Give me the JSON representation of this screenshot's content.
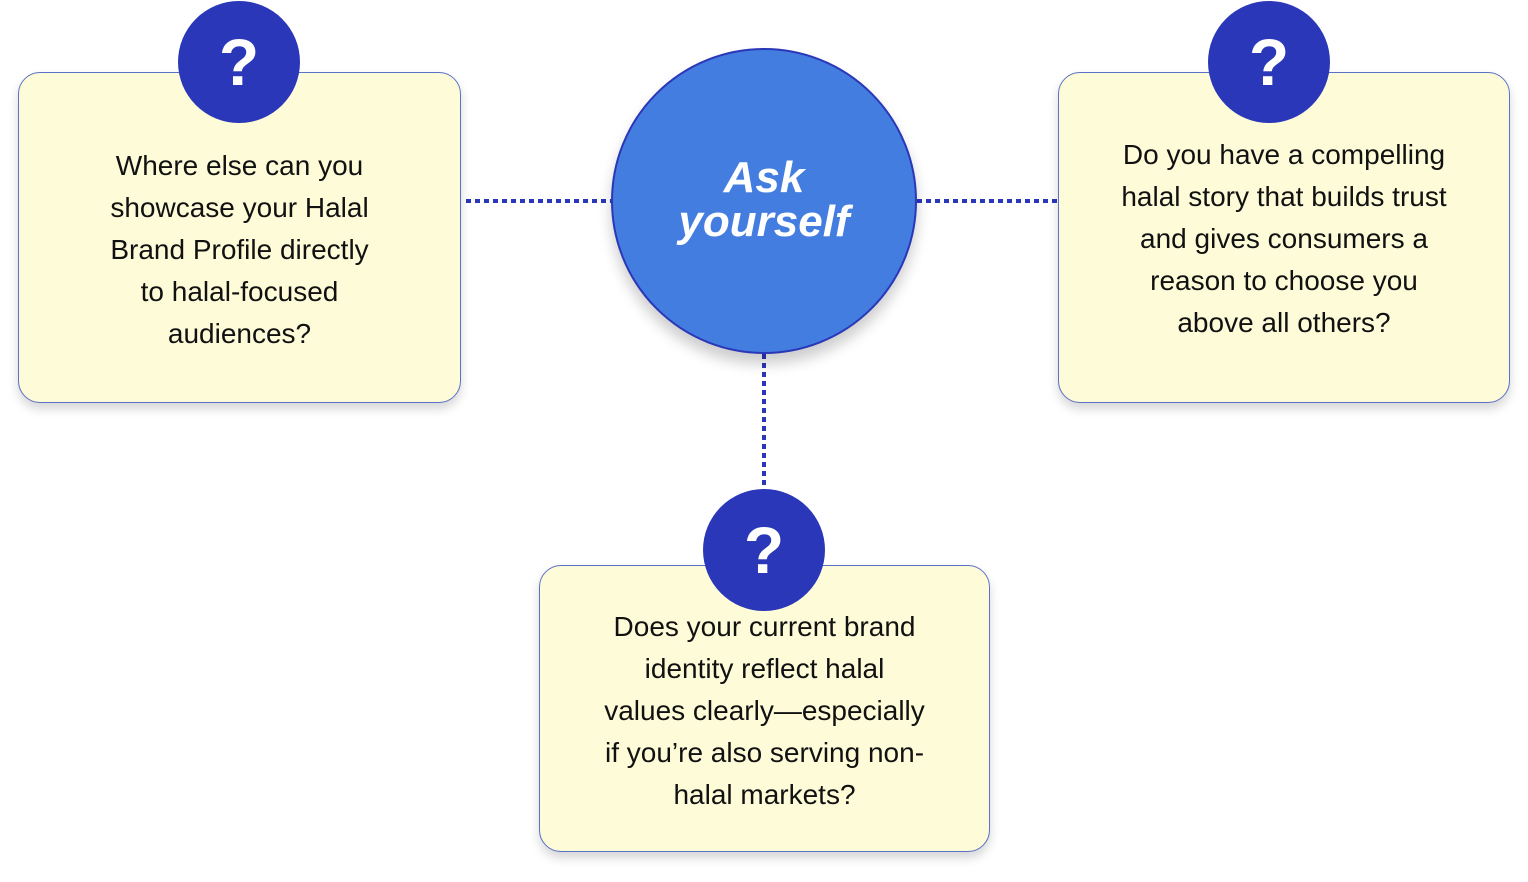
{
  "hub": {
    "title": "Ask\nyourself",
    "fill_color": "#437ddf",
    "stroke_color": "#2a37b8"
  },
  "badge": {
    "symbol": "?",
    "color": "#2a37b8",
    "icon": "question-mark-icon"
  },
  "cards": {
    "left": {
      "text": "Where else can you\nshowcase your Halal\nBrand Profile directly\nto halal-focused\naudiences?"
    },
    "right": {
      "text": "Do you have a compelling\nhalal story that builds trust\nand gives consumers a\nreason to choose you\nabove all others?"
    },
    "bottom": {
      "text": "Does your current brand\nidentity reflect halal\nvalues clearly—especially\nif you’re also serving non-\nhalal markets?"
    }
  },
  "colors": {
    "card_background": "#fdfbd8",
    "card_border": "#5a71c7",
    "connector": "#2a37b8",
    "text": "#111111"
  }
}
